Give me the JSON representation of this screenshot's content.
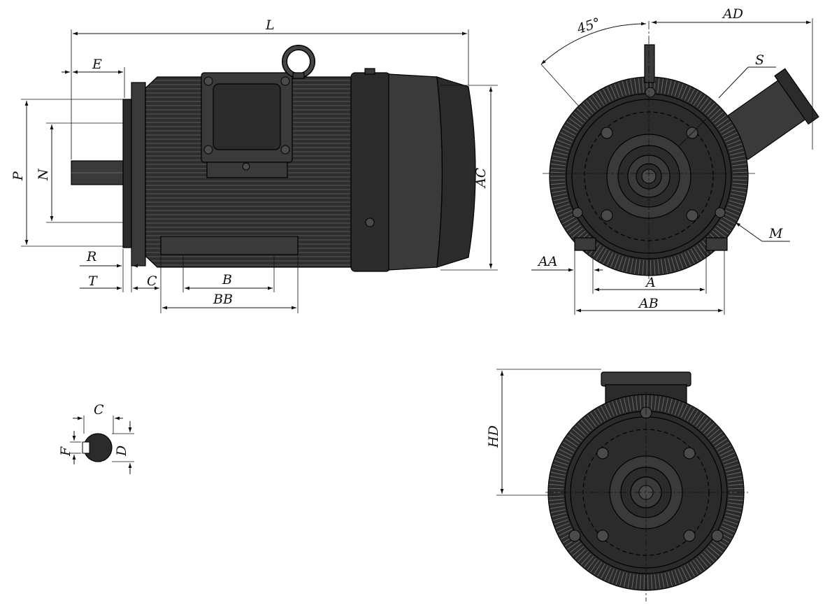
{
  "labels": {
    "L": "L",
    "E": "E",
    "P": "P",
    "N": "N",
    "R": "R",
    "T": "T",
    "C": "C",
    "B": "B",
    "BB": "BB",
    "AC": "AC",
    "angle": "45°",
    "AD": "AD",
    "S": "S",
    "M": "M",
    "AA": "AA",
    "A": "A",
    "AB": "AB",
    "HD": "HD",
    "shaft_C": "C",
    "shaft_F": "F",
    "shaft_D": "D"
  },
  "colors": {
    "motor_body": "#2b2b2b",
    "outline": "#000000",
    "dimension_line": "#111111"
  }
}
